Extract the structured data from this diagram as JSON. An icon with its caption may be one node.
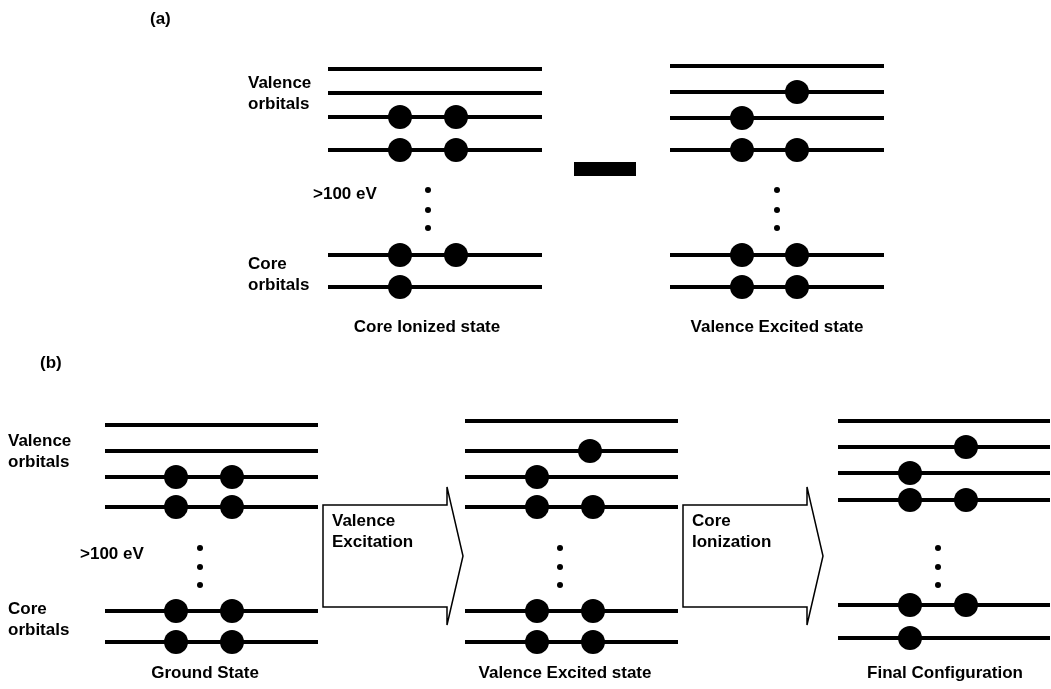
{
  "diagram": {
    "nodes": [
      {
        "text": [
          "Valence Excitation"
        ]
      },
      {
        "text": [
          "Core Ionization"
        ]
      }
    ],
    "edges": [],
    "labels": [
      "(a)",
      "Valence orbitals",
      ">100 eV",
      "Core orbitals",
      "Core Ionized state",
      "Valence Excited state",
      "(b)",
      "Valence orbitals",
      ">100 eV",
      "Core orbitals",
      "Ground State",
      "Valence Excited state",
      "Final Configuration"
    ]
  }
}
